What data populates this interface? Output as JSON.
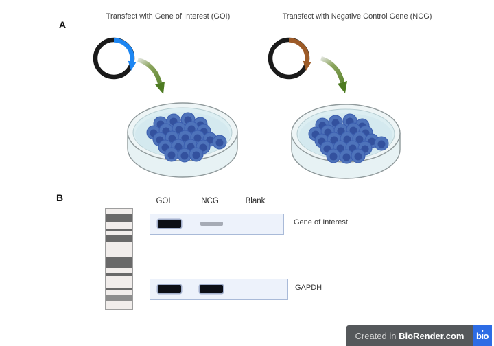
{
  "panel_a": {
    "label": "A",
    "left": {
      "title": "Transfect with Gene of Interest (GOI)",
      "insert_color": "#1d86f2"
    },
    "right": {
      "title": "Transfect with Negative Control Gene (NCG)",
      "insert_color": "#9d5b28"
    }
  },
  "panel_b": {
    "label": "B",
    "lanes": [
      "GOI",
      "NCG",
      "Blank"
    ],
    "lane_offsets": [
      28,
      89,
      152
    ],
    "rows": [
      {
        "label": "Gene of Interest",
        "bands": [
          {
            "lane": 0,
            "intensity": "strong"
          },
          {
            "lane": 1,
            "intensity": "faint"
          }
        ]
      },
      {
        "label": "GAPDH",
        "bands": [
          {
            "lane": 0,
            "intensity": "strong"
          },
          {
            "lane": 1,
            "intensity": "strong"
          }
        ]
      }
    ],
    "ladder_bands": [
      {
        "shade": "light",
        "h": 8
      },
      {
        "shade": "dark",
        "h": 13
      },
      {
        "shade": "light",
        "h": 11
      },
      {
        "shade": "dark",
        "h": 4
      },
      {
        "shade": "light",
        "h": 5
      },
      {
        "shade": "dark",
        "h": 12
      },
      {
        "shade": "light",
        "h": 22
      },
      {
        "shade": "dark",
        "h": 17
      },
      {
        "shade": "light",
        "h": 9
      },
      {
        "shade": "dark",
        "h": 4
      },
      {
        "shade": "light",
        "h": 20
      },
      {
        "shade": "dark",
        "h": 3
      },
      {
        "shade": "light",
        "h": 6
      },
      {
        "shade": "mid",
        "h": 11
      },
      {
        "shade": "light",
        "h": 12
      }
    ]
  },
  "cells": {
    "count": 22,
    "positions": [
      [
        -33,
        -21
      ],
      [
        -14,
        -25
      ],
      [
        7,
        -27
      ],
      [
        25,
        -20
      ],
      [
        -43,
        -8
      ],
      [
        -25,
        -11
      ],
      [
        -6,
        -13
      ],
      [
        12,
        -14
      ],
      [
        30,
        -10
      ],
      [
        -34,
        2
      ],
      [
        -16,
        0
      ],
      [
        3,
        -1
      ],
      [
        21,
        -1
      ],
      [
        39,
        2
      ],
      [
        53,
        6
      ],
      [
        -26,
        13
      ],
      [
        -7,
        12
      ],
      [
        11,
        12
      ],
      [
        29,
        13
      ],
      [
        -17,
        24
      ],
      [
        2,
        25
      ],
      [
        19,
        24
      ]
    ]
  },
  "footer": {
    "created_in": "Created in ",
    "brand": "BioRender.com",
    "logo_text": "bı̓o"
  },
  "colors": {
    "plasmid_backbone": "#1a1a1a",
    "insert_goi": "#1d86f2",
    "insert_ncg": "#9d5b28",
    "arrow_green": "#4e7b22",
    "dish_rim_fill": "#eef5f6",
    "dish_media_fill": "#d4e9ef",
    "cell_body": "#4e73ba",
    "cell_body_stroke": "#3a5dae",
    "cell_nucleus": "#33519e",
    "gel_strip_fill": "#edf2fb",
    "gel_strip_border": "#a9bad8",
    "band_strong": "#0c0f16",
    "band_faint": "#a6abb5",
    "ladder_light": "#f1edeb",
    "ladder_dark": "#696969",
    "ladder_mid": "#8d8d8d",
    "badge_bg": "#55585b",
    "logo_bg": "#2d6ce5"
  }
}
